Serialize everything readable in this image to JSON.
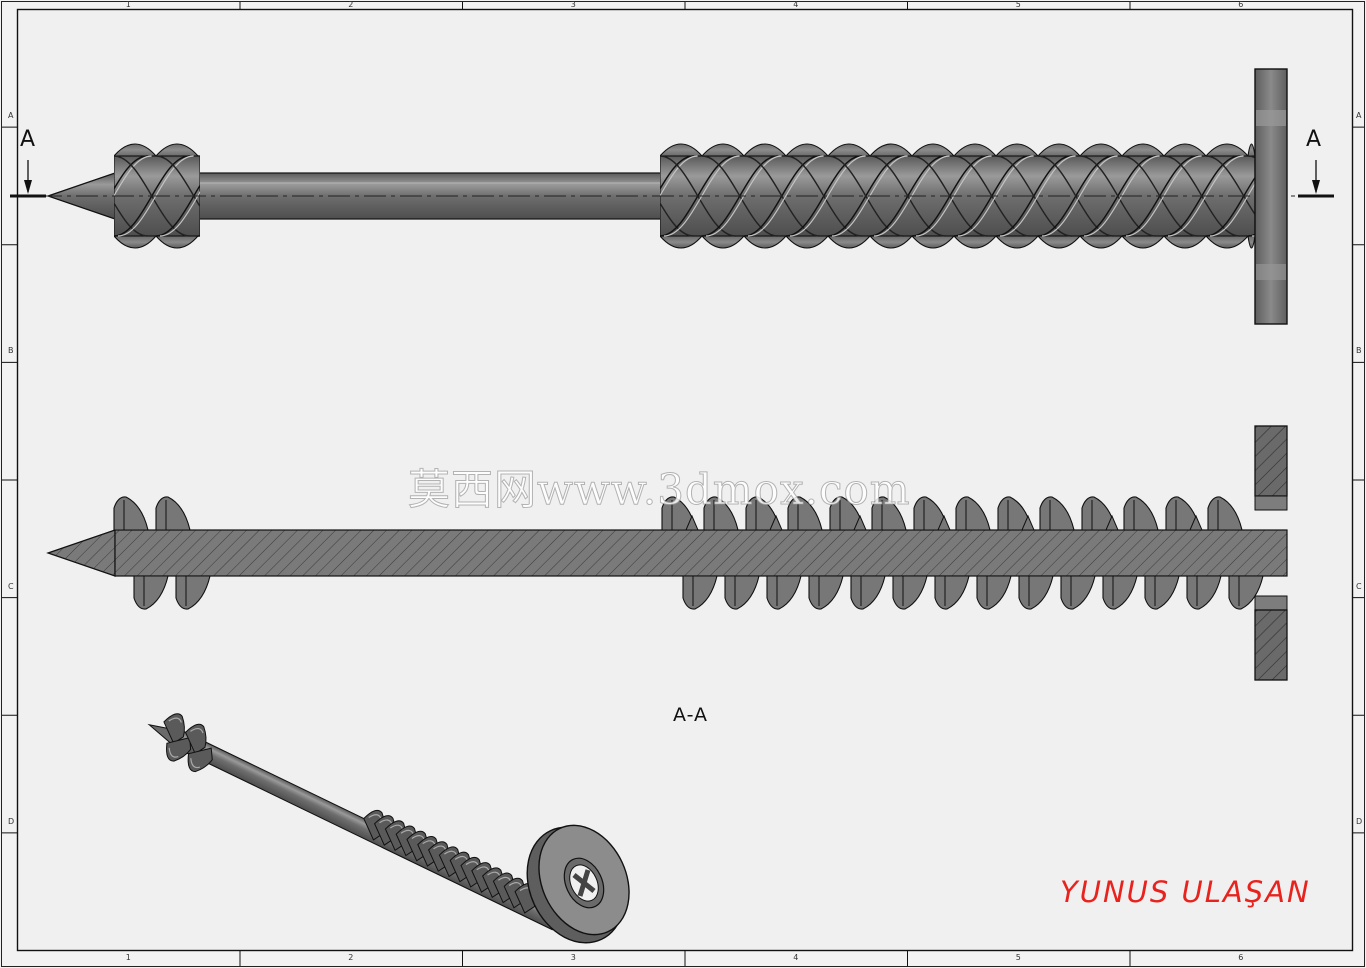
{
  "sheet": {
    "column_zones": [
      "1",
      "2",
      "3",
      "4",
      "5",
      "6"
    ],
    "row_zones": [
      "A",
      "B",
      "C",
      "D"
    ]
  },
  "section": {
    "cut_letter_left": "A",
    "cut_letter_right": "A",
    "view_label": "A-A"
  },
  "title_block": {
    "author": "YUNUS ULAŞAN"
  },
  "watermark": {
    "text": "莫西网www.3dmox.com"
  },
  "colors": {
    "drawing_line": "#111111",
    "part_fill": "#707070",
    "author_text": "#e8231e",
    "background": "#f2f2f2"
  }
}
